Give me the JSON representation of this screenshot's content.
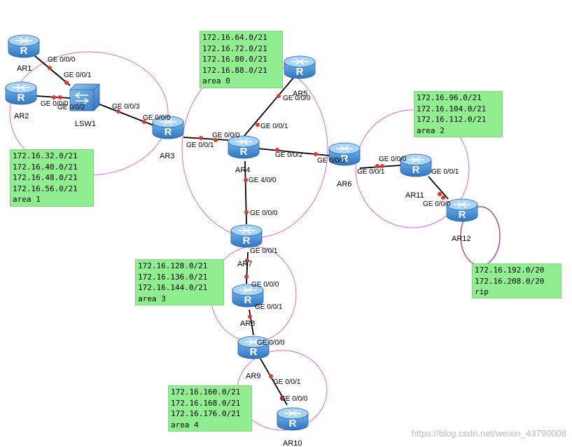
{
  "devices": {
    "ar1": "AR1",
    "ar2": "AR2",
    "lsw1": "LSW1",
    "ar3": "AR3",
    "ar4": "AR4",
    "ar5": "AR5",
    "ar6": "AR6",
    "ar7": "AR7",
    "ar8": "AR8",
    "ar9": "AR9",
    "ar10": "AR10",
    "ar11": "AR11",
    "ar12": "AR12"
  },
  "ports": {
    "ar1_ge000": "GE 0/0/0",
    "lsw1_ge001": "GE 0/0/1",
    "ar2_ge000": "GE 0/0/0",
    "lsw1_ge002": "GE 0/0/2",
    "lsw1_ge003": "GE 0/0/3",
    "ar3_ge000": "GE 0/0/0",
    "ar3_ge001": "GE 0/0/1",
    "ar4_ge000": "GE 0/0/0",
    "ar5_ge000": "GE 0/0/0",
    "ar4_ge001": "GE 0/0/1",
    "ar4_ge002": "GE 0/0/2",
    "ar6_ge000": "GE 0/0/0",
    "ar6_ge001": "GE 0/0/1",
    "ar11_ge000": "GE 0/0/0",
    "ar11_ge001": "GE 0/0/1",
    "ar12_ge000": "GE 0/0/0",
    "ar4_ge400": "GE 4/0/0",
    "ar7_ge000": "GE 0/0/0",
    "ar7_ge001": "GE 0/0/1",
    "ar8_ge000": "GE 0/0/0",
    "ar8_ge001": "GE 0/0/1",
    "ar9_ge000": "GE 0/0/0",
    "ar9_ge001": "GE 0/0/1",
    "ar10_ge000": "GE 0/0/0"
  },
  "notes": {
    "area1": [
      "172.16.32.0/21",
      "172.16.40.0/21",
      "172.16.48.0/21",
      "172.16.56.0/21",
      "area 1"
    ],
    "area0": [
      "172.16.64.0/21",
      "172.16.72.0/21",
      "172.16.80.0/21",
      "172.16.88.0/21",
      "area 0"
    ],
    "area2": [
      "172.16.96.0/21",
      "172.16.104.0/21",
      "172.16.112.0/21",
      "area 2"
    ],
    "rip": [
      "172.16.192.0/20",
      "172.16.208.0/20",
      "rip"
    ],
    "area3": [
      "172.16.128.0/21",
      "172.16.136.0/21",
      "172.16.144.0/21",
      "area 3"
    ],
    "area4": [
      "172.16.160.0/21",
      "172.16.168.0/21",
      "172.16.176.0/21",
      "area 4"
    ]
  },
  "watermark": "https://blog.csdn.net/weixin_43790008",
  "colors": {
    "router_body": "#4a90d9",
    "router_top": "#8cc4f0",
    "area_circle": "#e066e0",
    "rip_circle": "#9b1fa0",
    "port_dot": "#e8352a",
    "note_bg": "#90ee90"
  }
}
